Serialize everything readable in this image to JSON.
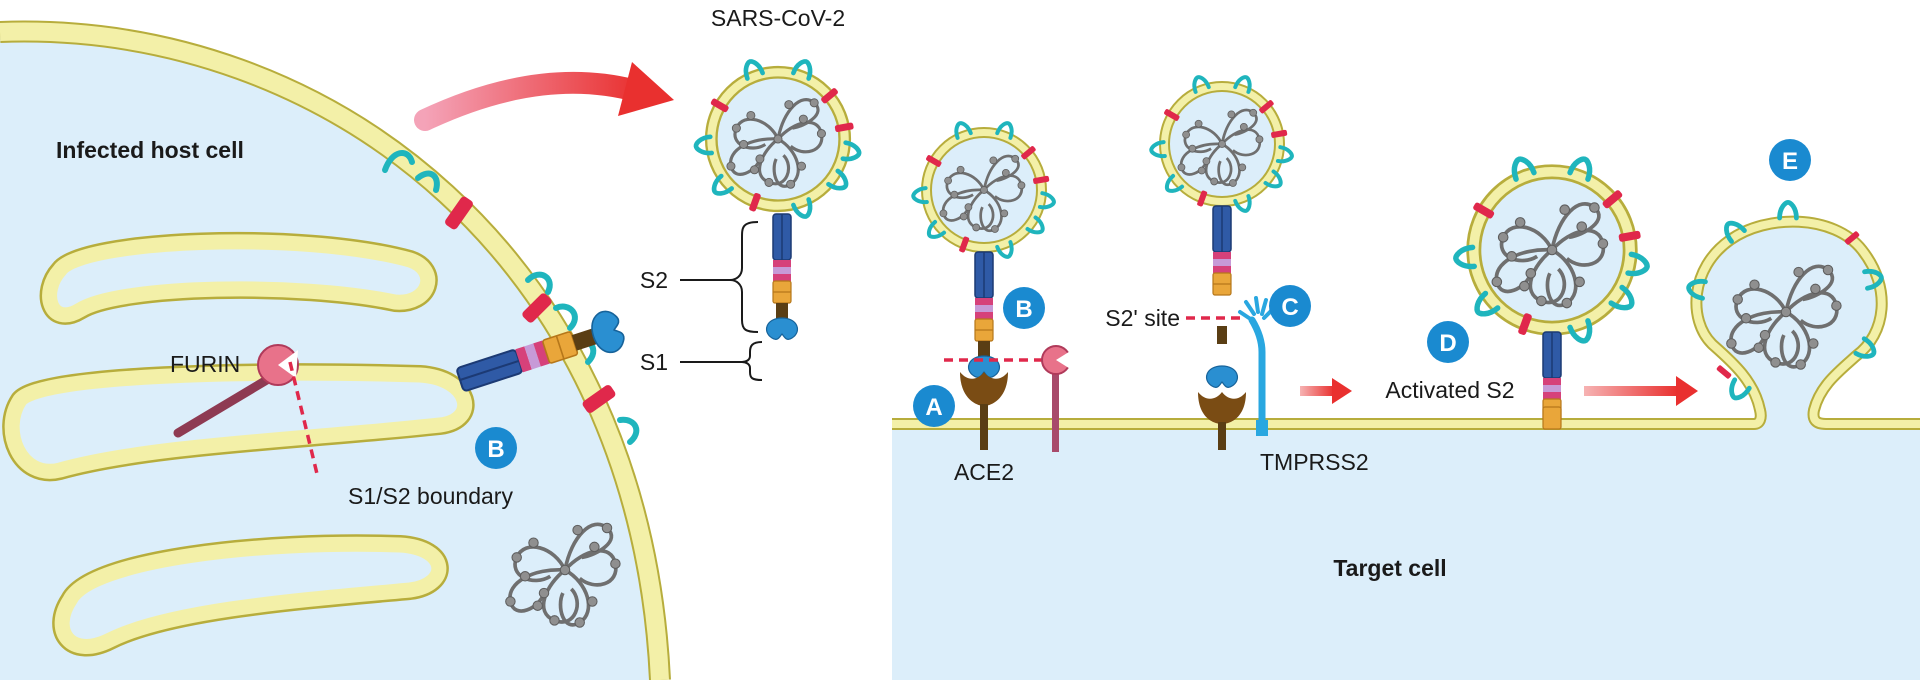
{
  "labels": {
    "virus": "SARS-CoV-2",
    "infected_cell": "Infected host cell",
    "target_cell": "Target cell",
    "furin": "FURIN",
    "boundary": "S1/S2 boundary",
    "s2": "S2",
    "s1": "S1",
    "ace2": "ACE2",
    "s2_site": "S2' site",
    "tmprss2": "TMPRSS2",
    "activated": "Activated S2"
  },
  "badges": {
    "a": "A",
    "b": "B",
    "c": "C",
    "d": "D",
    "e": "E"
  },
  "colors": {
    "membrane": "#f3f0a8",
    "membrane_edge": "#b7ad3c",
    "cytoplasm": "#dceefa",
    "spike_blue": "#2f5aa6",
    "spike_pink": "#d6417a",
    "spike_orange": "#e9a63a",
    "spike_brown": "#5a3e14",
    "rbd_blue": "#2a8fd1",
    "protease_pink": "#e8728a",
    "ace2_brown": "#7a4c14",
    "arrow_red": "#e9302f",
    "badge_blue": "#1a8ad0",
    "envelope_teal": "#1fb5bd",
    "envelope_red": "#e0284b",
    "rna_gray": "#777777"
  },
  "icons": {
    "curved_arrow": "red-curved-arrow-icon",
    "virus": "sars-cov-2-virion-icon",
    "spike": "spike-protein-icon",
    "furin": "furin-protease-icon",
    "ace2": "ace2-receptor-icon",
    "tmprss2": "tmprss2-protease-icon"
  }
}
